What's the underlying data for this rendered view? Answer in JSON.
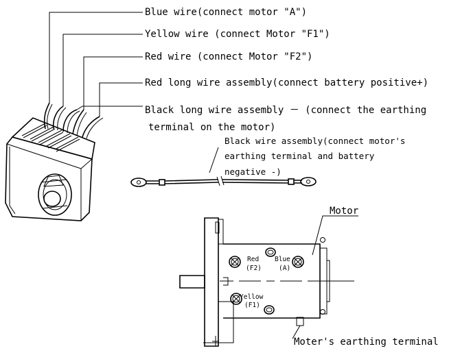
{
  "labels": {
    "blue_wire": "Blue wire(connect motor \"A\")",
    "yellow_wire": "Yellow wire (connect Motor \"F1\")",
    "red_wire": "Red wire (connect Motor \"F2\")",
    "red_long": "Red long wire assembly(connect battery positive+)",
    "black_long_1": "Black long wire assembly － (connect the earthing",
    "black_long_2": "terminal on the motor)",
    "black_assembly_1": "Black wire assembly(connect motor's",
    "black_assembly_2": "earthing terminal and battery",
    "black_assembly_3": "negative -)",
    "motor": "Motor",
    "motor_earth": "Moter's earthing terminal"
  },
  "terminals": {
    "red_1": "Red",
    "red_2": "(F2)",
    "blue_1": "Blue",
    "blue_2": "(A)",
    "yellow_1": "Yellow",
    "yellow_2": "(F1)"
  }
}
